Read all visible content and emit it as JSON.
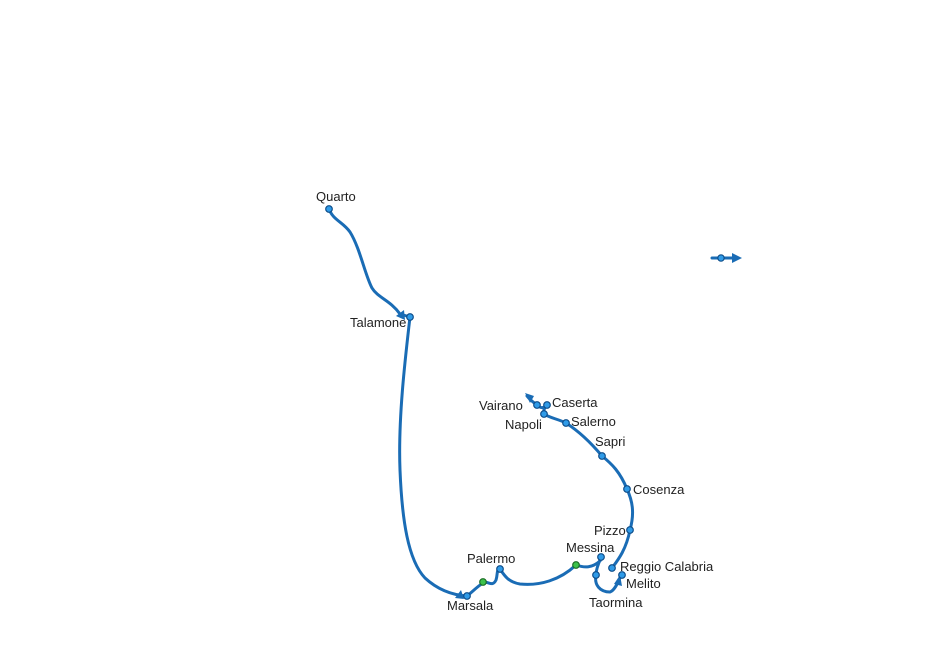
{
  "map": {
    "route_color": "#1a6cb5",
    "stop_color": "#2f9be8",
    "battle_stop_color": "#3cc24a",
    "cities": [
      {
        "id": "quarto",
        "name": "Quarto"
      },
      {
        "id": "talamone",
        "name": "Talamone"
      },
      {
        "id": "marsala",
        "name": "Marsala"
      },
      {
        "id": "palermo",
        "name": "Palermo"
      },
      {
        "id": "messina",
        "name": "Messina"
      },
      {
        "id": "taormina",
        "name": "Taormina"
      },
      {
        "id": "melito",
        "name": "Melito"
      },
      {
        "id": "reggio-calabria",
        "name": "Reggio Calabria"
      },
      {
        "id": "pizzo",
        "name": "Pizzo"
      },
      {
        "id": "cosenza",
        "name": "Cosenza"
      },
      {
        "id": "sapri",
        "name": "Sapri"
      },
      {
        "id": "salerno",
        "name": "Salerno"
      },
      {
        "id": "napoli",
        "name": "Napoli"
      },
      {
        "id": "caserta",
        "name": "Caserta"
      },
      {
        "id": "vairano",
        "name": "Vairano"
      }
    ]
  }
}
